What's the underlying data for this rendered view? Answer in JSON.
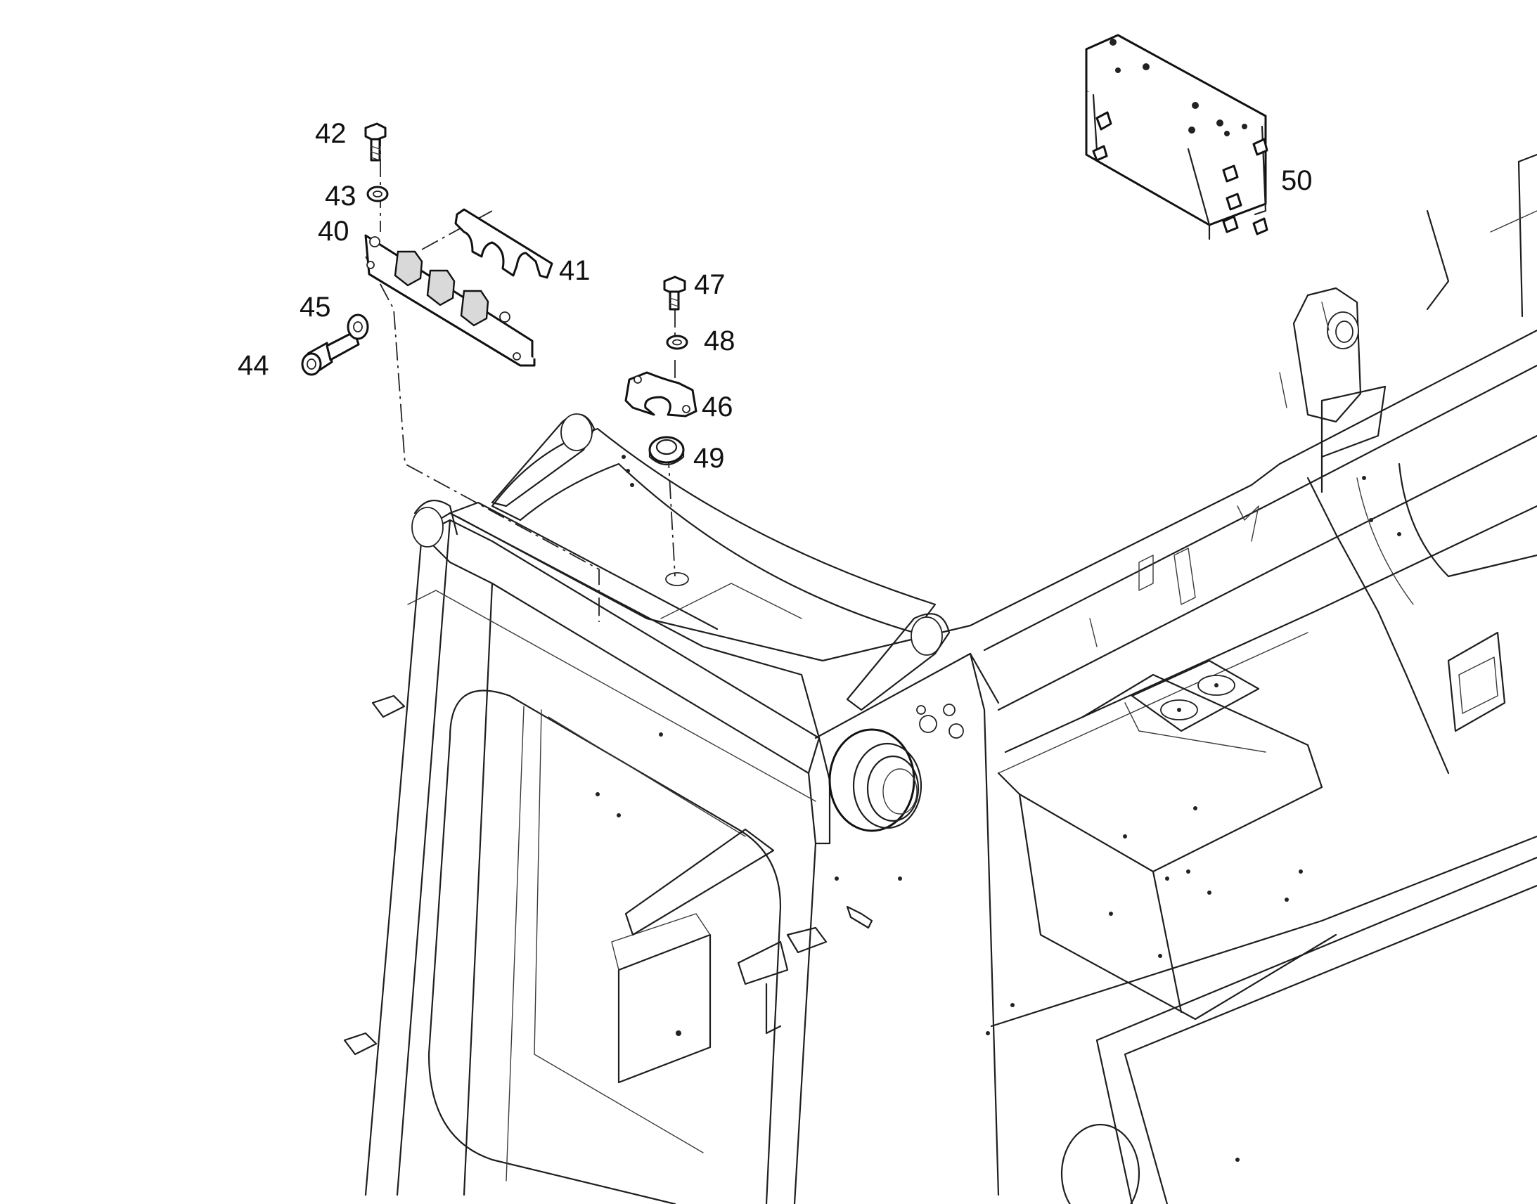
{
  "diagram": {
    "callouts": [
      {
        "id": "c40",
        "label": "40"
      },
      {
        "id": "c41",
        "label": "41"
      },
      {
        "id": "c42",
        "label": "42"
      },
      {
        "id": "c43",
        "label": "43"
      },
      {
        "id": "c44",
        "label": "44"
      },
      {
        "id": "c45",
        "label": "45"
      },
      {
        "id": "c46",
        "label": "46"
      },
      {
        "id": "c47",
        "label": "47"
      },
      {
        "id": "c48",
        "label": "48"
      },
      {
        "id": "c49",
        "label": "49"
      },
      {
        "id": "c50",
        "label": "50"
      }
    ]
  }
}
